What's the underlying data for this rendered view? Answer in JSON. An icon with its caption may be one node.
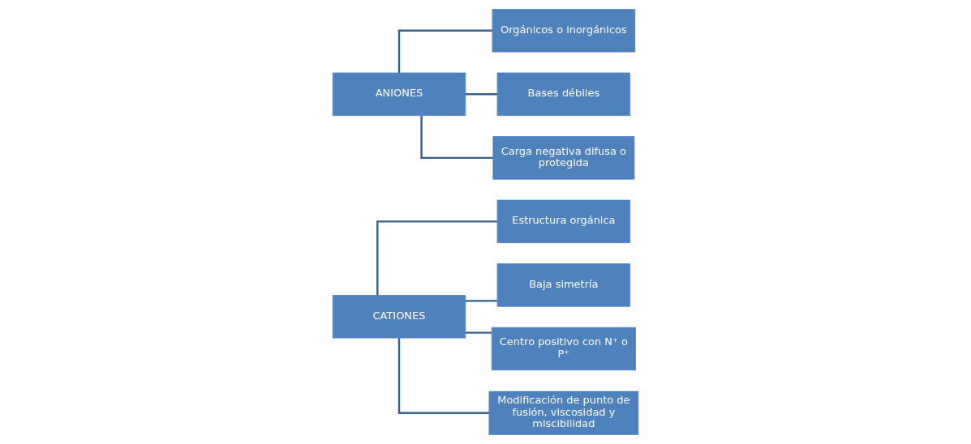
{
  "diagram": {
    "nodes": [
      {
        "text": [
          "CATIONES"
        ]
      },
      {
        "text": [
          "Estructura orgánica"
        ]
      },
      {
        "text": [
          "Baja simetría"
        ]
      },
      {
        "text": [
          "Centro positivo con N⁺ o P⁺"
        ]
      },
      {
        "text": [
          "Modificación de punto de fusión, viscosidad y miscibilidad"
        ]
      },
      {
        "text": [
          "ANIONES"
        ]
      },
      {
        "text": [
          "Orgánicos o inorgánicos"
        ]
      },
      {
        "text": [
          "Bases débiles"
        ]
      },
      {
        "text": [
          "Carga negativa difusa o protegida"
        ]
      }
    ],
    "edges": [
      {
        "from": 0,
        "to": 1,
        "arrow": "none"
      },
      {
        "from": 0,
        "to": 2,
        "arrow": "none"
      },
      {
        "from": 0,
        "to": 3,
        "arrow": "none"
      },
      {
        "from": 0,
        "to": 4,
        "arrow": "none"
      },
      {
        "from": 5,
        "to": 6,
        "arrow": "none"
      },
      {
        "from": 5,
        "to": 7,
        "arrow": "none"
      },
      {
        "from": 5,
        "to": 8,
        "arrow": "none"
      }
    ]
  }
}
